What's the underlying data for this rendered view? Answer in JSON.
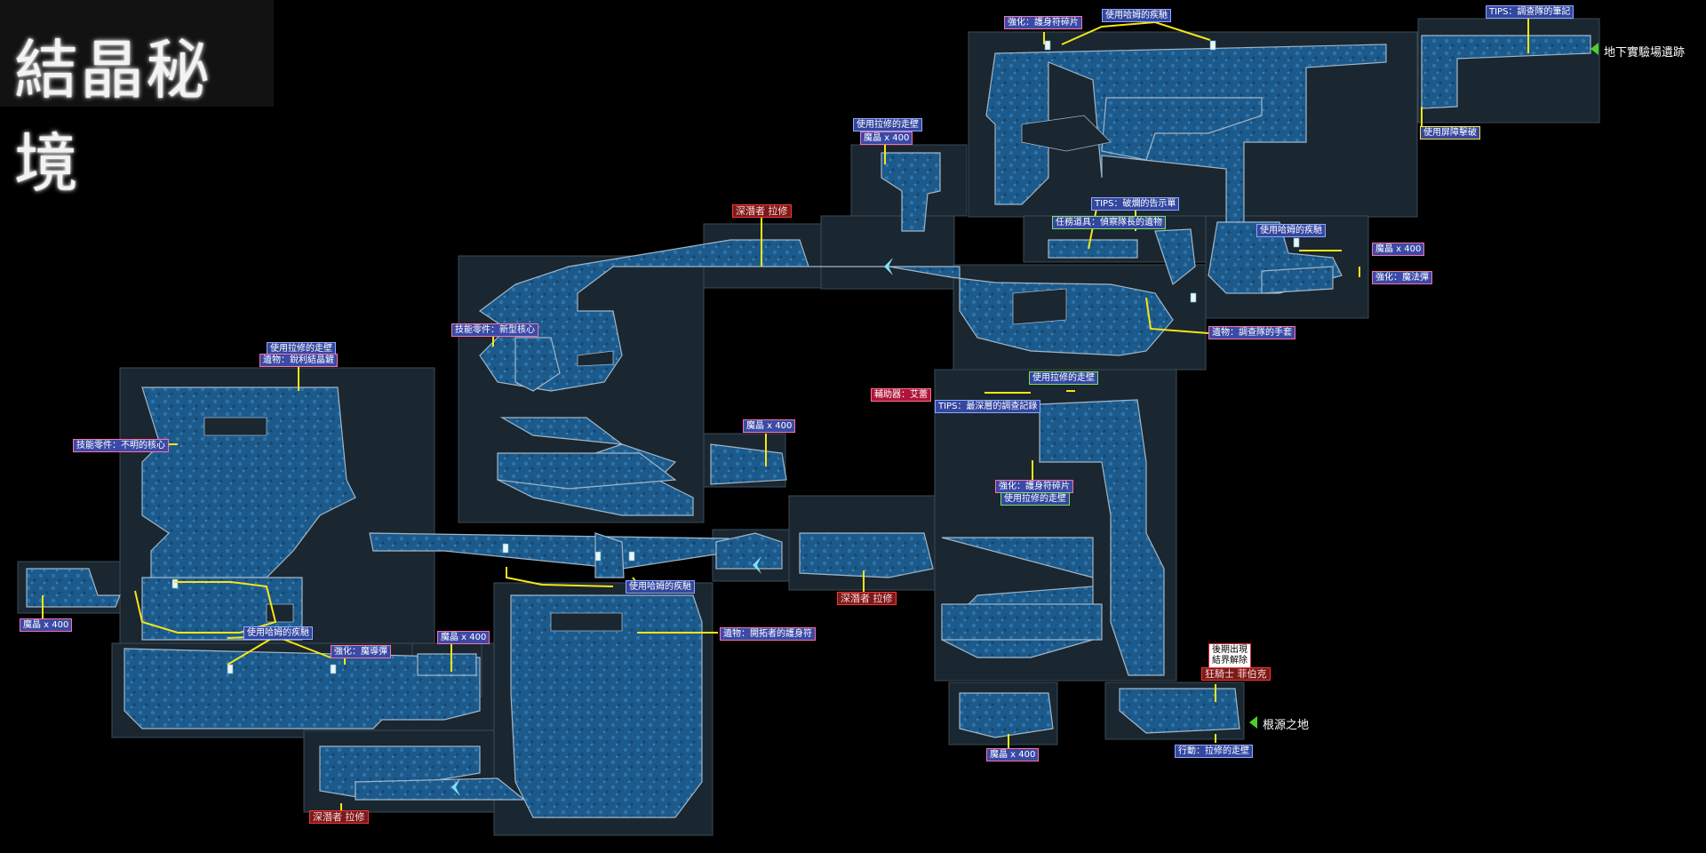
{
  "title": "結晶秘境",
  "exits": {
    "top_right": "地下實驗場遺跡",
    "bottom_right": "根源之地"
  },
  "labels": {
    "upgrade_wall_shard": "強化：護身符碎片",
    "hamlet_crystal_top": "使用哈姆的疾馳",
    "tips_notes": "TIPS：調查隊的筆記",
    "use_barrier": "使用屏障擊破",
    "lance_wall_top": "使用拉修的走壁",
    "crystal_400_top": "魔晶 x 400",
    "boss_lars_top": "深潛者 拉修",
    "tips_warning": "TIPS：破爛的告示單",
    "lost_item": "任務道具：偵察隊長的遺物",
    "hamlet_mid": "使用哈姆的疾馳",
    "crystal_400_right": "魔晶 x 400",
    "upgrade_magic_bullet": "強化：魔法彈",
    "relic_gloves": "遺物：調查隊的手套",
    "skill_new_core": "技能零件：新型核心",
    "lance_wall_left": "使用拉修的走壁",
    "relic_crystal_staff": "遺物：銳利結晶鏟",
    "skill_unknown_core": "技能零件：不明的核心",
    "crystal_400_center": "魔晶 x 400",
    "helper_aida": "輔助器：艾蕾",
    "tips_deep_record": "TIPS：最深層的調查記錄",
    "lance_wall_right": "使用拉修的走壁",
    "upgrade_amulet_shard2": "強化：護身符碎片",
    "lance_wall_right2": "使用拉修的走壁",
    "hamlet_center": "使用哈姆的疾馳",
    "boss_lars_center": "深潛者 拉修",
    "relic_pioneer_amulet": "遺物：開拓者的護身符",
    "crystal_400_far_left": "魔晶 x 400",
    "hamlet_left": "使用哈姆的疾馳",
    "upgrade_magic_bomb": "強化：魔導彈",
    "crystal_400_lower": "魔晶 x 400",
    "boss_lars_bottom": "深潛者 拉修",
    "note_later": "後期出現\n結界解除",
    "boss_king": "狂騎士 菲伯克",
    "crystal_400_bottom": "魔晶 x 400",
    "action_lance_wall": "行動：拉修的走壁"
  },
  "colors": {
    "room_fill": "#1a2630",
    "corridor": "#1d5a8c",
    "route_line": "#f5e616",
    "label_blue": "#3347a0",
    "label_pink_border": "#ff6fa8",
    "boss_red": "#ff3333",
    "exit_arrow": "#4ccf2a"
  },
  "icons": [
    "save-crystal-icon",
    "exit-arrow-icon",
    "warp-cross-icon"
  ]
}
